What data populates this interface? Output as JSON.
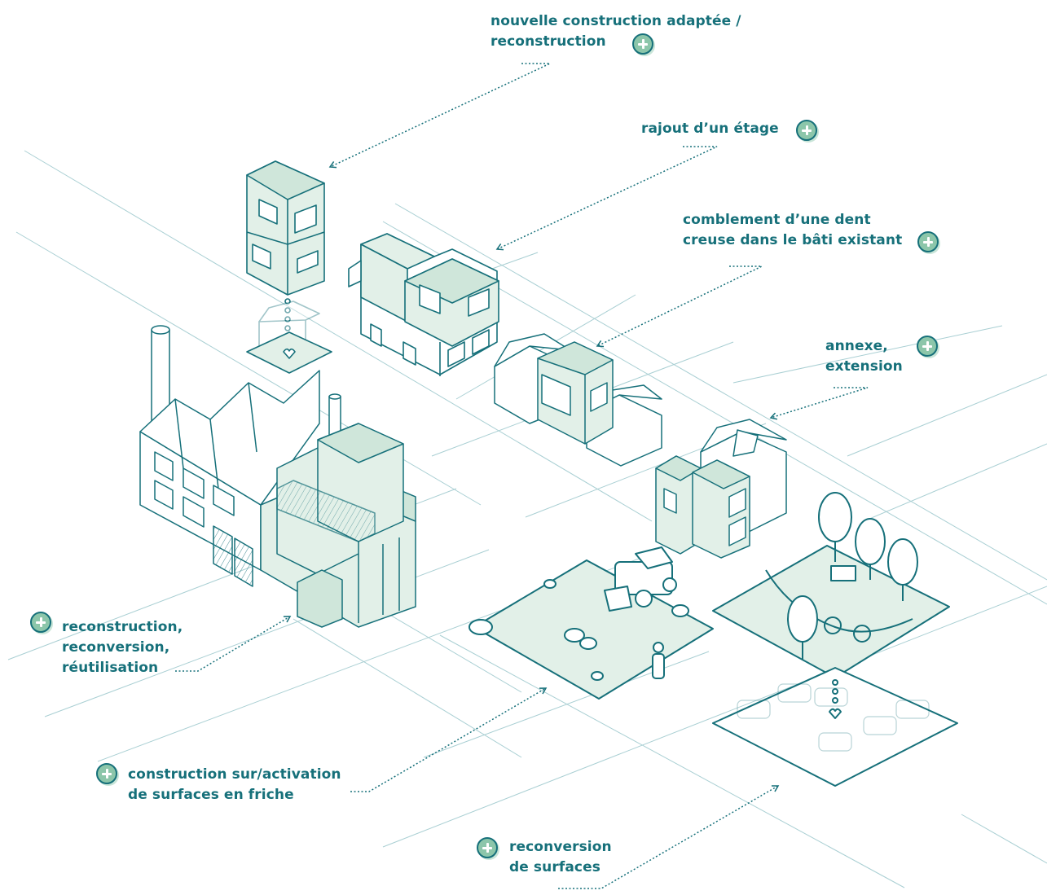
{
  "labels": {
    "nouvelle_construction": [
      "nouvelle construction adaptée /",
      "reconstruction"
    ],
    "rajout_etage": [
      "rajout d’un étage"
    ],
    "comblement": [
      "comblement d’une dent",
      "creuse dans le bâti existant"
    ],
    "annexe": [
      "annexe,",
      "extension"
    ],
    "reconstruction": [
      "reconstruction,",
      "reconversion,",
      "réutilisation"
    ],
    "friche": [
      "construction sur/activation",
      "de surfaces en friche"
    ],
    "reconversion_surfaces": [
      "reconversion",
      "de surfaces"
    ]
  },
  "colors": {
    "teal": "#16707a",
    "fill": "#e2f0e8",
    "fill_dark": "#cfe6da",
    "plus": "#8cc6aa",
    "guide": "#a9cfd3"
  },
  "icons": [
    "plus-icon",
    "arrow-icon",
    "heart-icon"
  ]
}
